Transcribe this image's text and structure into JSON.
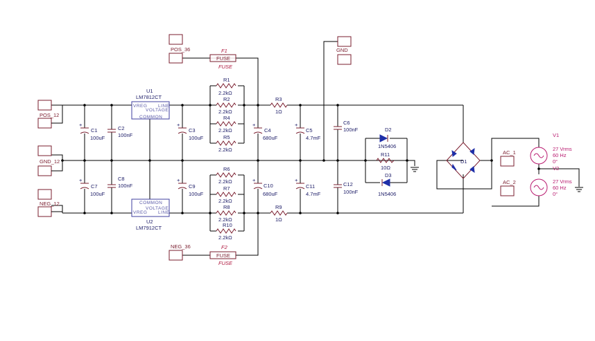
{
  "labels": {
    "pos_12": "POS_12",
    "gnd_12": "GND_12",
    "neg_12": "NEG_12",
    "pos_36": "POS_36",
    "neg_36": "NEG_36",
    "gnd": "GND",
    "ac_1": "AC_1",
    "ac_2": "AC_2"
  },
  "regulators": {
    "u1": {
      "ref": "U1",
      "model": "LM7812CT",
      "pin_line": "LINE",
      "pin_vreg": "VREG",
      "pin_voltage": "VOLTAGE",
      "pin_common": "COMMON"
    },
    "u2": {
      "ref": "U2",
      "model": "LM7912CT",
      "pin_line": "LINE",
      "pin_vreg": "VREG",
      "pin_voltage": "VOLTAGE",
      "pin_common": "COMMON"
    }
  },
  "fuses": {
    "f1": {
      "ref": "F1",
      "body": "FUSE",
      "label": "FUSE"
    },
    "f2": {
      "ref": "F2",
      "body": "FUSE",
      "label": "FUSE"
    }
  },
  "resistors": {
    "r1": {
      "ref": "R1",
      "value": "2.2kΩ"
    },
    "r2": {
      "ref": "R2",
      "value": "2.2kΩ"
    },
    "r4": {
      "ref": "R4",
      "value": "2.2kΩ"
    },
    "r5": {
      "ref": "R5",
      "value": "2.2kΩ"
    },
    "r6": {
      "ref": "R6",
      "value": "2.2kΩ"
    },
    "r7": {
      "ref": "R7",
      "value": "2.2kΩ"
    },
    "r8": {
      "ref": "R8",
      "value": "2.2kΩ"
    },
    "r10": {
      "ref": "R10",
      "value": "2.2kΩ"
    },
    "r3": {
      "ref": "R3",
      "value": "1Ω"
    },
    "r9": {
      "ref": "R9",
      "value": "1Ω"
    },
    "r11": {
      "ref": "R11",
      "value": "10Ω"
    }
  },
  "capacitors": {
    "c1": {
      "ref": "C1",
      "value": "100uF"
    },
    "c2": {
      "ref": "C2",
      "value": "100nF"
    },
    "c3": {
      "ref": "C3",
      "value": "100uF"
    },
    "c4": {
      "ref": "C4",
      "value": "680uF"
    },
    "c5": {
      "ref": "C5",
      "value": "4.7mF"
    },
    "c6": {
      "ref": "C6",
      "value": "100nF"
    },
    "c7": {
      "ref": "C7",
      "value": "100uF"
    },
    "c8": {
      "ref": "C8",
      "value": "100nF"
    },
    "c9": {
      "ref": "C9",
      "value": "100uF"
    },
    "c10": {
      "ref": "C10",
      "value": "680uF"
    },
    "c11": {
      "ref": "C11",
      "value": "4.7mF"
    },
    "c12": {
      "ref": "C12",
      "value": "100nF"
    }
  },
  "diodes": {
    "d1": {
      "ref": "D1"
    },
    "d2": {
      "ref": "D2",
      "model": "1N5406"
    },
    "d3": {
      "ref": "D3",
      "model": "1N5406"
    }
  },
  "sources": {
    "v1": {
      "ref": "V1",
      "amplitude": "27 Vrms",
      "frequency": "60 Hz",
      "phase": "0°"
    },
    "v2": {
      "ref": "V2",
      "amplitude": "27 Vrms",
      "frequency": "60 Hz",
      "phase": "0°"
    }
  },
  "colors": {
    "wire": "#000000",
    "part_outline": "#7a1d2e",
    "value_text": "#1a1a66",
    "source_text": "#b8186e",
    "semiconductor": "#1f2fa8"
  }
}
